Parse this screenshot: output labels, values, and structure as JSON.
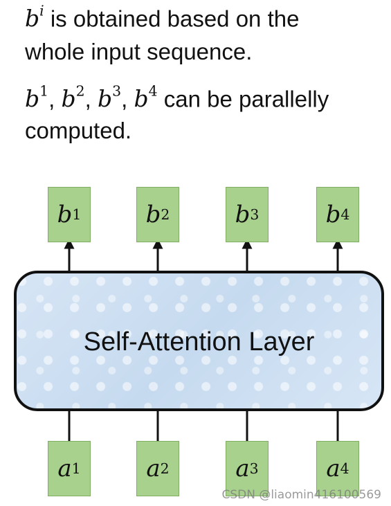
{
  "caption": {
    "line1_var": "b",
    "line1_sup": "i",
    "line1_text": " is obtained based on the",
    "line2_text": "whole input sequence.",
    "line3_vars": [
      {
        "base": "b",
        "sup": "1",
        "sep": ", "
      },
      {
        "base": "b",
        "sup": "2",
        "sep": ", "
      },
      {
        "base": "b",
        "sup": "3",
        "sep": ", "
      },
      {
        "base": "b",
        "sup": "4",
        "sep": ""
      }
    ],
    "line3_text": " can be parallelly",
    "line4_text": "computed."
  },
  "diagram": {
    "layer_label": "Self-Attention Layer",
    "outputs": [
      {
        "base": "b",
        "sup": "1"
      },
      {
        "base": "b",
        "sup": "2"
      },
      {
        "base": "b",
        "sup": "3"
      },
      {
        "base": "b",
        "sup": "4"
      }
    ],
    "inputs": [
      {
        "base": "a",
        "sup": "1"
      },
      {
        "base": "a",
        "sup": "2"
      },
      {
        "base": "a",
        "sup": "3"
      },
      {
        "base": "a",
        "sup": "4"
      }
    ],
    "colors": {
      "box_fill": "#a9d18e",
      "layer_fill": "#d6e5f5",
      "stroke": "#111111"
    }
  },
  "watermark": "CSDN @liaomin416100569"
}
